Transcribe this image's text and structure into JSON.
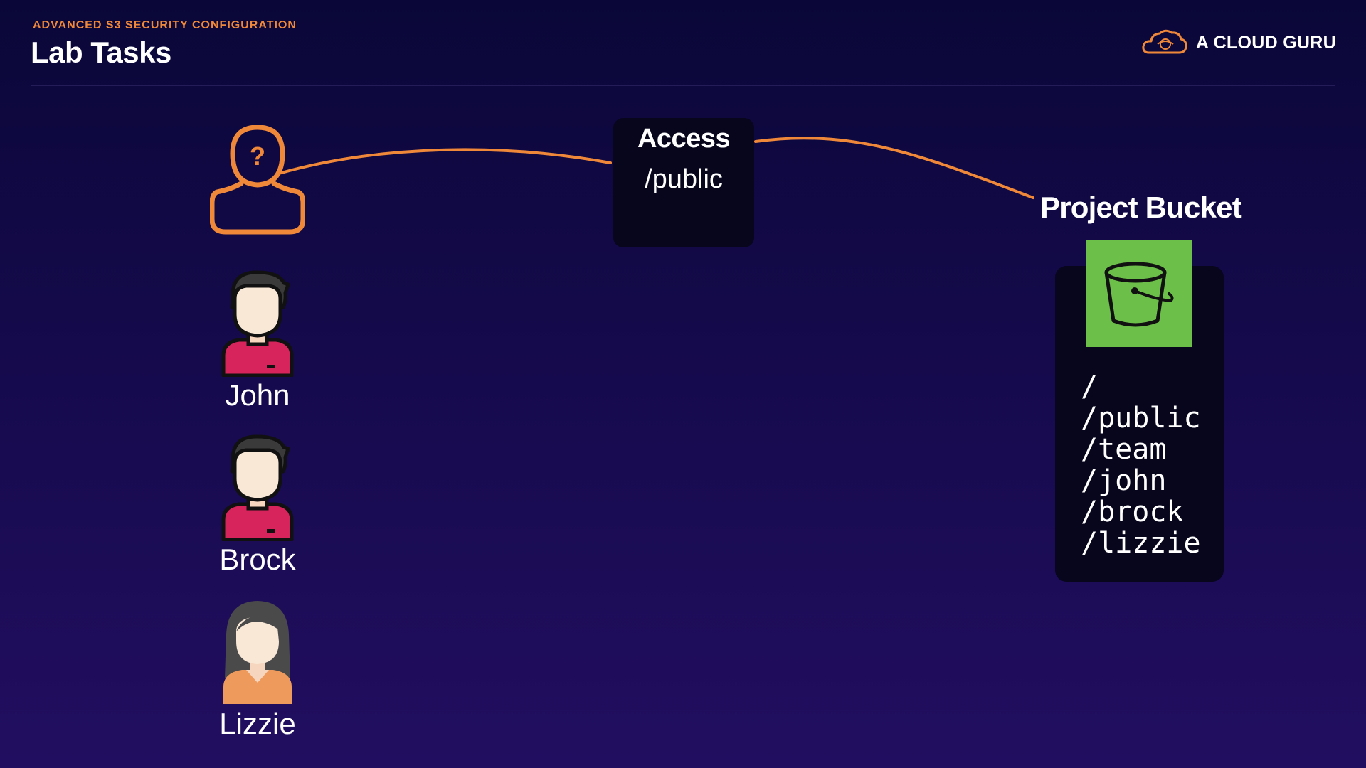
{
  "header": {
    "subtitle": "ADVANCED S3 SECURITY CONFIGURATION",
    "title": "Lab Tasks"
  },
  "brand": {
    "name": "A CLOUD GURU",
    "logo_icon": "cloud-logo-icon"
  },
  "diagram": {
    "unknown_user_icon": "unknown-user-icon",
    "access": {
      "title": "Access",
      "path": "/public"
    },
    "users": [
      {
        "name": "John",
        "icon": "male-user-icon"
      },
      {
        "name": "Brock",
        "icon": "male-user-icon"
      },
      {
        "name": "Lizzie",
        "icon": "female-user-icon"
      }
    ],
    "bucket": {
      "title": "Project Bucket",
      "icon": "s3-bucket-icon",
      "paths": [
        "/",
        "/public",
        "/team",
        "/john",
        "/brock",
        "/lizzie"
      ]
    }
  },
  "colors": {
    "accent": "#f0883a",
    "background_top": "#0a0738",
    "background_bottom": "#220e60",
    "panel": "#07061c",
    "bucket_green": "#6cc04a",
    "shirt_red": "#d8245c",
    "shirt_orange": "#ee9a5c"
  }
}
